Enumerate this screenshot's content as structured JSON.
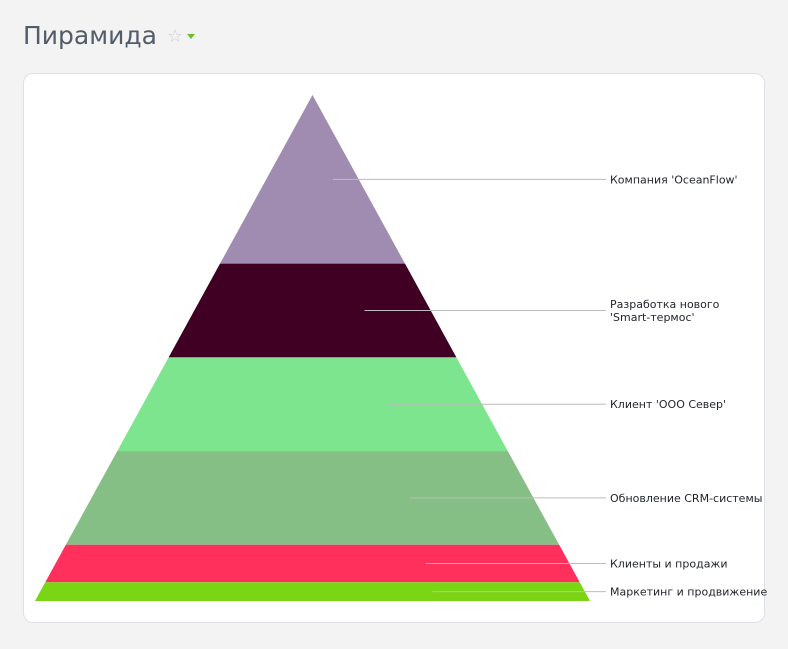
{
  "header": {
    "title": "Пирамида",
    "star_icon": "star-outline-icon",
    "menu_icon": "caret-down-icon",
    "accent_color": "#6cbe2a"
  },
  "chart_data": {
    "type": "pyramid",
    "levels": [
      {
        "label": "Компания 'OceanFlow'",
        "label_lines": [
          "Компания 'OceanFlow'"
        ],
        "value": 9,
        "color": "#a08cb1"
      },
      {
        "label": "Разработка нового 'Smart-термос'",
        "label_lines": [
          "Разработка нового",
          "'Smart-термос'"
        ],
        "value": 5,
        "color": "#400023"
      },
      {
        "label": "Клиент 'ООО Север'",
        "label_lines": [
          "Клиент 'ООО Север'"
        ],
        "value": 5,
        "color": "#7ee58f"
      },
      {
        "label": "Обновление CRM-системы",
        "label_lines": [
          "Обновление CRM-системы"
        ],
        "value": 5,
        "color": "#86bf86"
      },
      {
        "label": "Клиенты и продажи",
        "label_lines": [
          "Клиенты и продажи"
        ],
        "value": 2,
        "color": "#ff305c"
      },
      {
        "label": "Маркетинг и продвижение",
        "label_lines": [
          "Маркетинг и продвижение"
        ],
        "value": 1,
        "color": "#7ad515"
      }
    ]
  }
}
